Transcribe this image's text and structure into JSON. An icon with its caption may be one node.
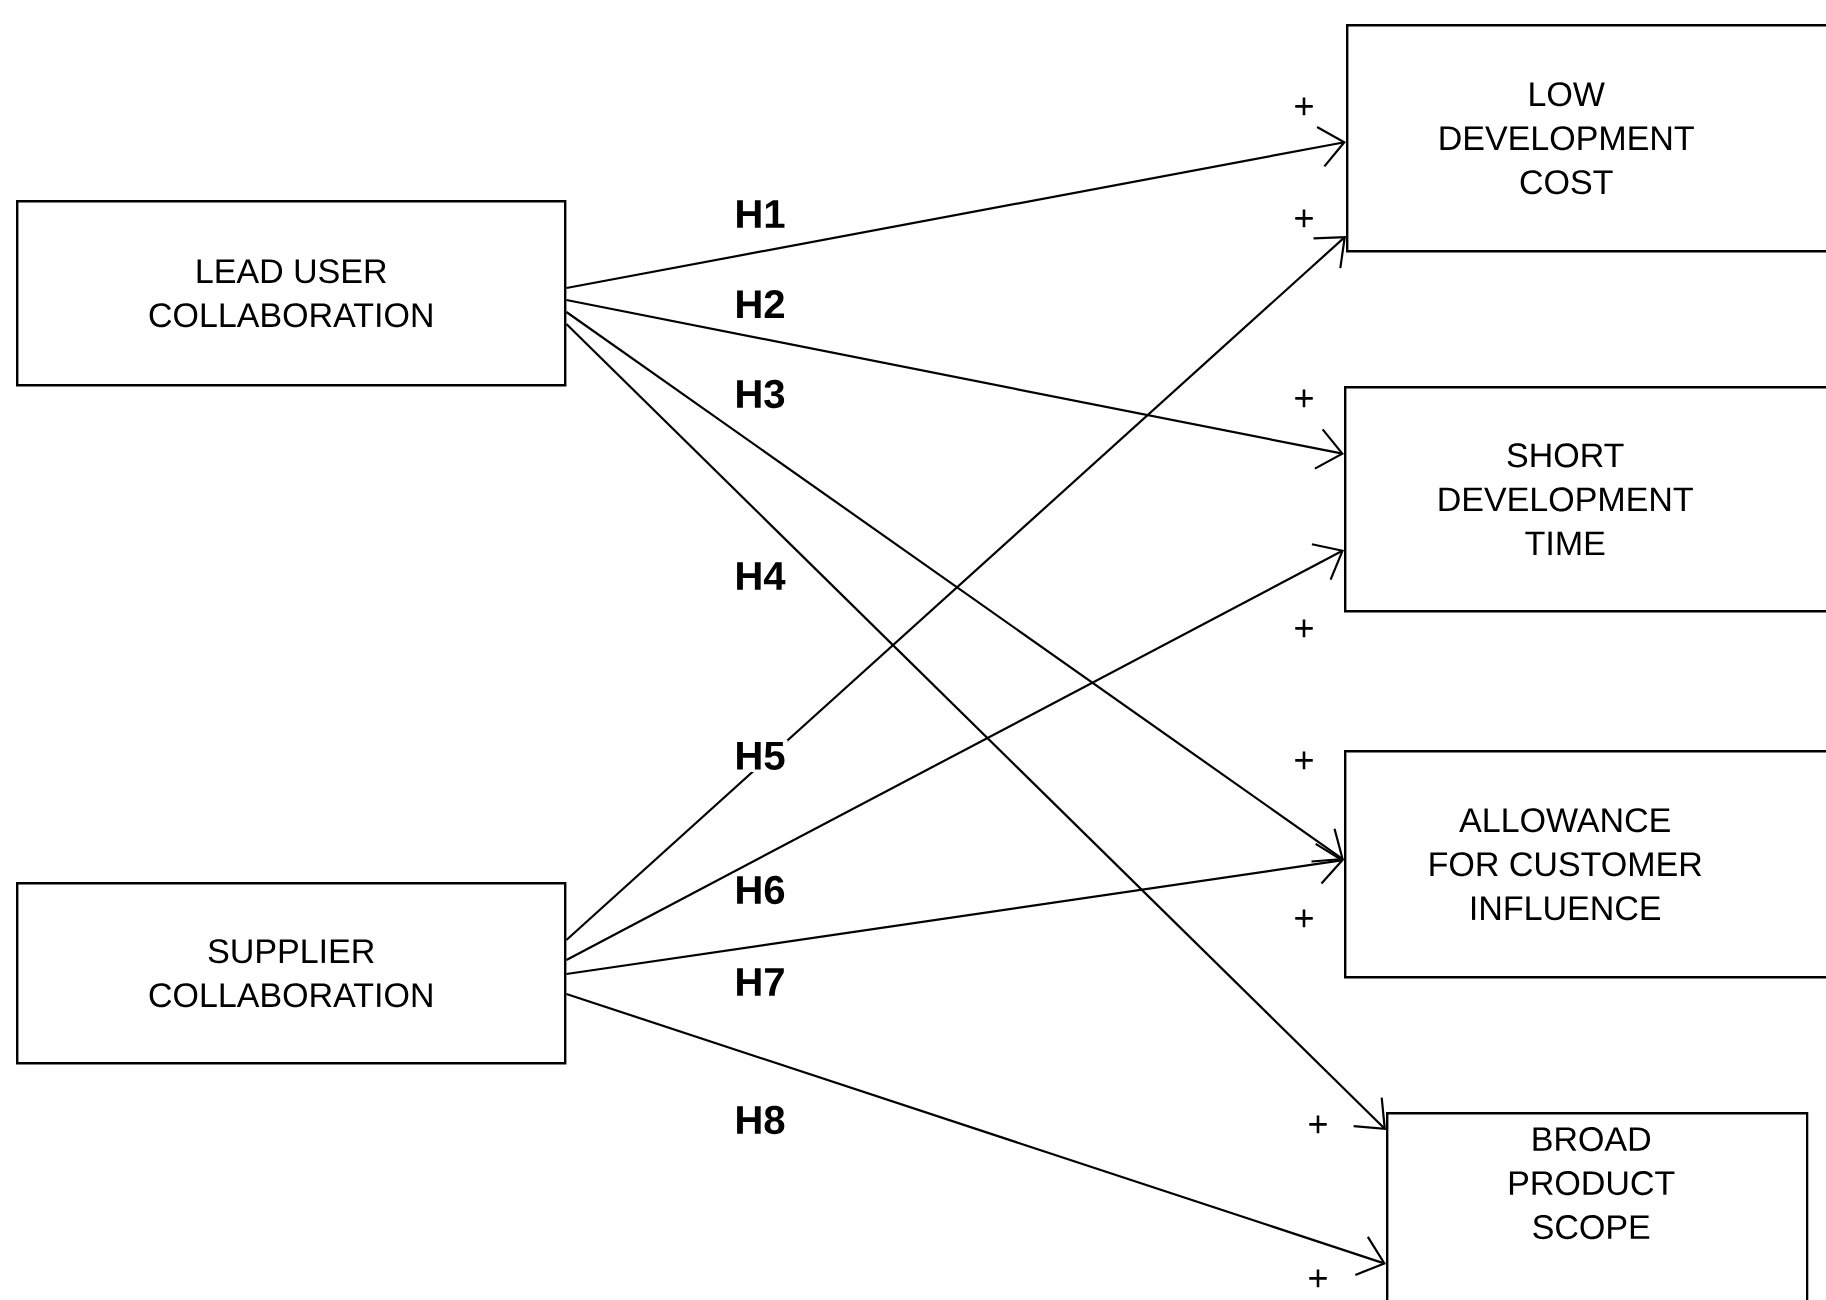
{
  "diagram": {
    "nodes": [
      {
        "text": [
          "LEAD USER COLLABORATION"
        ]
      },
      {
        "text": [
          "SUPPLIER COLLABORATION"
        ]
      },
      {
        "text": [
          "LOW DEVELOPMENT COST"
        ]
      },
      {
        "text": [
          "SHORT DEVELOPMENT TIME"
        ]
      },
      {
        "text": [
          "ALLOWANCE FOR CUSTOMER INFLUENCE"
        ]
      },
      {
        "text": [
          "BROAD PRODUCT SCOPE"
        ]
      }
    ],
    "edges": [
      {
        "from": 0,
        "to": 2,
        "arrow": "to",
        "label": "H1"
      },
      {
        "from": 0,
        "to": 3,
        "arrow": "to",
        "label": "H2"
      },
      {
        "from": 0,
        "to": 4,
        "arrow": "to",
        "label": "H3"
      },
      {
        "from": 0,
        "to": 5,
        "arrow": "to",
        "label": "H4"
      },
      {
        "from": 1,
        "to": 2,
        "arrow": "to",
        "label": "H5"
      },
      {
        "from": 1,
        "to": 3,
        "arrow": "to",
        "label": "H6"
      },
      {
        "from": 1,
        "to": 4,
        "arrow": "to",
        "label": "H7"
      },
      {
        "from": 1,
        "to": 5,
        "arrow": "to",
        "label": "H8"
      }
    ],
    "labels": [
      "+",
      "+",
      "+",
      "+",
      "+",
      "+",
      "+",
      "+"
    ]
  }
}
